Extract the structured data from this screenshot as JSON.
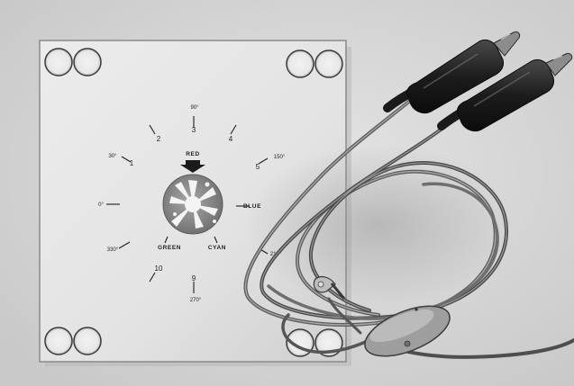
{
  "scene": {
    "background": "#d9d9d9",
    "board_color": "#e6e6e6",
    "disc_color": "#8a8a8a",
    "cable_color": "#6a6a6a",
    "clip_color": "#222222"
  },
  "dial": {
    "numbers": [
      "1",
      "2",
      "3",
      "4",
      "5",
      "9",
      "10"
    ],
    "degrees": [
      "90°",
      "30°",
      "150°",
      "0°",
      "330°",
      "210°",
      "270°"
    ],
    "colors": {
      "red": "RED",
      "blue": "BLUE",
      "green": "GREEN",
      "cyan": "CYAN"
    }
  }
}
